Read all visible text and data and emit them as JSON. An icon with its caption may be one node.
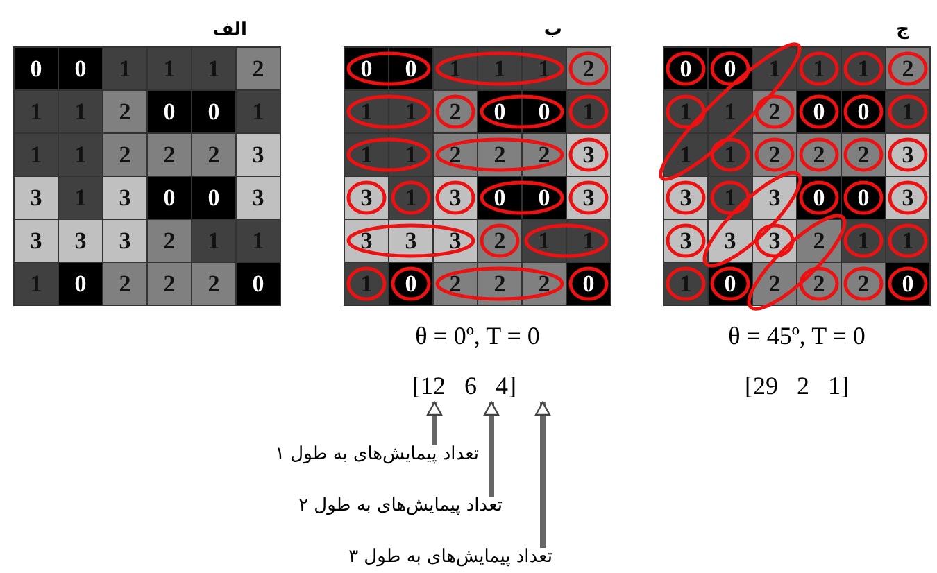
{
  "diagram": {
    "nodes": [
      {
        "text": [
          "[12   6   4]"
        ]
      },
      {
        "text": [
          "تعداد پیمایش‌های به طول ۱"
        ]
      },
      {
        "text": [
          "تعداد پیمایش‌های به طول ۲"
        ]
      },
      {
        "text": [
          "تعداد پیمایش‌های به طول ۳"
        ]
      }
    ],
    "edges": [
      {
        "from": 1,
        "to": 0,
        "arrow": "to"
      },
      {
        "from": 2,
        "to": 0,
        "arrow": "to"
      },
      {
        "from": 3,
        "to": 0,
        "arrow": "to"
      }
    ],
    "labels": [
      "الف",
      "ب",
      "ج",
      "0",
      "0",
      "1",
      "1",
      "1",
      "2",
      "1",
      "1",
      "2",
      "0",
      "0",
      "1",
      "1",
      "1",
      "2",
      "2",
      "2",
      "3",
      "3",
      "1",
      "3",
      "0",
      "0",
      "3",
      "3",
      "3",
      "3",
      "2",
      "1",
      "1",
      "1",
      "0",
      "2",
      "2",
      "2",
      "0",
      "0",
      "0",
      "1",
      "1",
      "1",
      "2",
      "1",
      "1",
      "2",
      "0",
      "0",
      "1",
      "1",
      "1",
      "2",
      "2",
      "2",
      "3",
      "3",
      "1",
      "3",
      "0",
      "0",
      "3",
      "3",
      "3",
      "3",
      "2",
      "1",
      "1",
      "1",
      "0",
      "2",
      "2",
      "2",
      "0",
      "0",
      "0",
      "1",
      "1",
      "1",
      "2",
      "1",
      "1",
      "2",
      "0",
      "0",
      "1",
      "1",
      "1",
      "2",
      "2",
      "2",
      "3",
      "3",
      "1",
      "3",
      "0",
      "0",
      "3",
      "3",
      "3",
      "3",
      "2",
      "1",
      "1",
      "1",
      "0",
      "2",
      "2",
      "2",
      "0",
      "θ = 0º, T = 0",
      "θ = 45º, T = 0",
      "[29   2   1]"
    ]
  }
}
